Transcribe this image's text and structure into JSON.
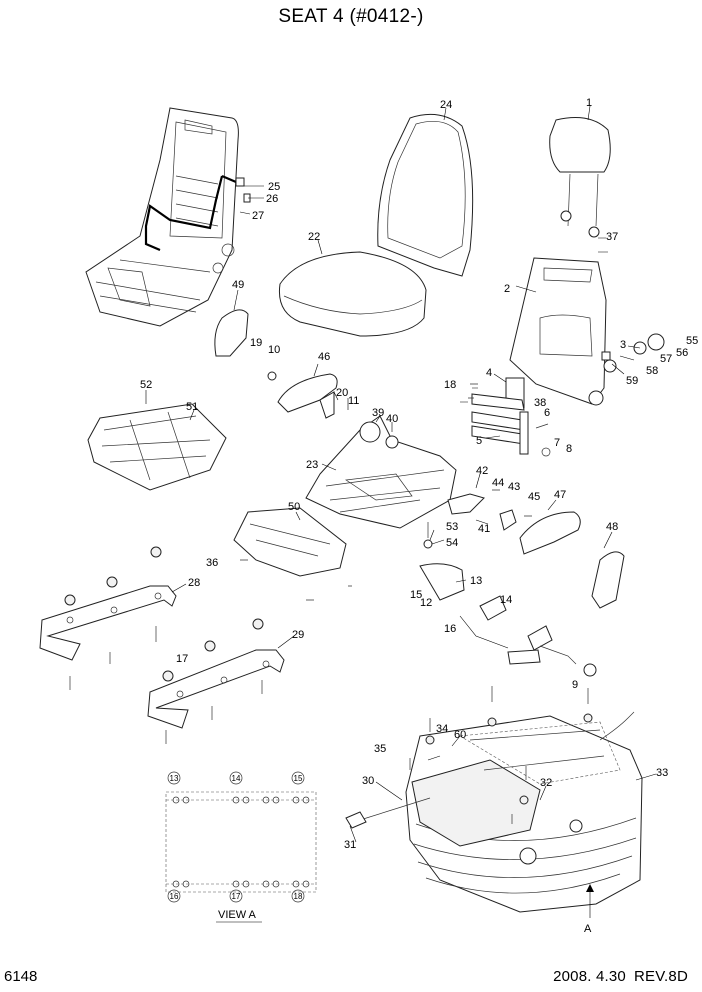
{
  "title": "SEAT 4 (#0412-)",
  "page_number": "6148",
  "date": "2008. 4.30",
  "revision": "REV.8D",
  "view_label": "VIEW  A",
  "arrow_label": "A",
  "callouts": [
    "1",
    "2",
    "3",
    "4",
    "5",
    "6",
    "7",
    "8",
    "9",
    "10",
    "11",
    "12",
    "13",
    "14",
    "15",
    "16",
    "17",
    "18",
    "19",
    "20",
    "22",
    "23",
    "24",
    "25",
    "26",
    "27",
    "28",
    "29",
    "30",
    "31",
    "32",
    "33",
    "34",
    "35",
    "36",
    "37",
    "38",
    "39",
    "40",
    "41",
    "42",
    "43",
    "44",
    "45",
    "46",
    "47",
    "48",
    "49",
    "50",
    "51",
    "52",
    "53",
    "54",
    "55",
    "56",
    "57",
    "58",
    "59",
    "60"
  ],
  "view_a_holes": [
    "13",
    "14",
    "15",
    "16",
    "17",
    "18"
  ]
}
